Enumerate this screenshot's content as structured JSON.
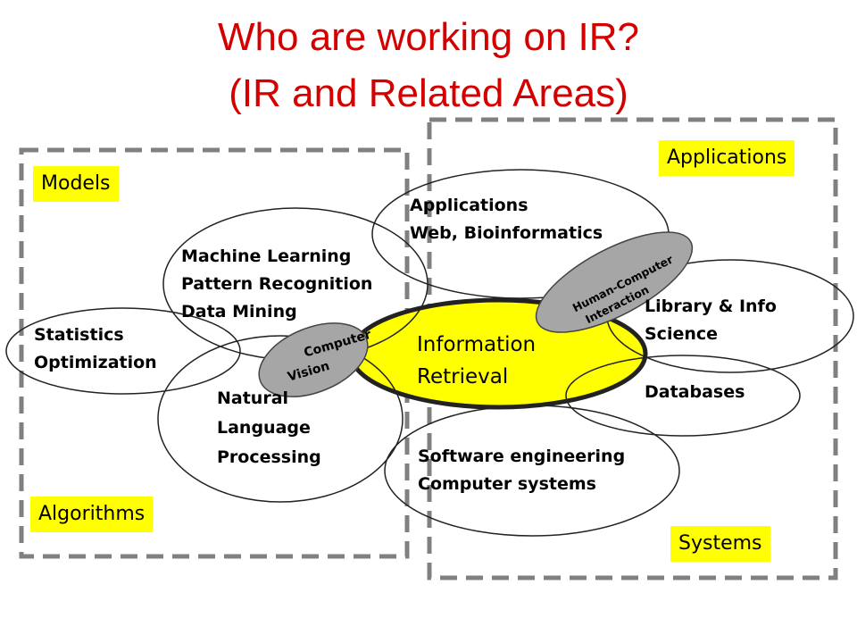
{
  "title": {
    "line1": "Who are working on IR?",
    "line2": "(IR and Related Areas)"
  },
  "tags": {
    "models": "Models",
    "algorithms": "Algorithms",
    "applications": "Applications",
    "systems": "Systems"
  },
  "center": {
    "line1": "Information",
    "line2": "Retrieval"
  },
  "areas": {
    "statistics": {
      "line1": "Statistics",
      "line2": "Optimization"
    },
    "ml": {
      "line1": "Machine Learning",
      "line2": "Pattern Recognition",
      "line3": "Data Mining"
    },
    "nlp": {
      "line1": "Natural",
      "line2": "Language",
      "line3": "Processing"
    },
    "applications": {
      "line1": "Applications",
      "line2": "Web, Bioinformatics"
    },
    "library": {
      "line1": "Library & Info",
      "line2": "Science"
    },
    "databases": {
      "line1": "Databases"
    },
    "software": {
      "line1": "Software engineering",
      "line2": "Computer systems"
    }
  },
  "badges": {
    "cv": {
      "line1": "Computer",
      "line2": "Vision"
    },
    "hci": {
      "line1": "Human-Computer",
      "line2": "Interaction"
    }
  },
  "colors": {
    "title": "#d40000",
    "highlight": "#ffff00",
    "badge": "#a6a6a6",
    "frame": "#808080"
  }
}
